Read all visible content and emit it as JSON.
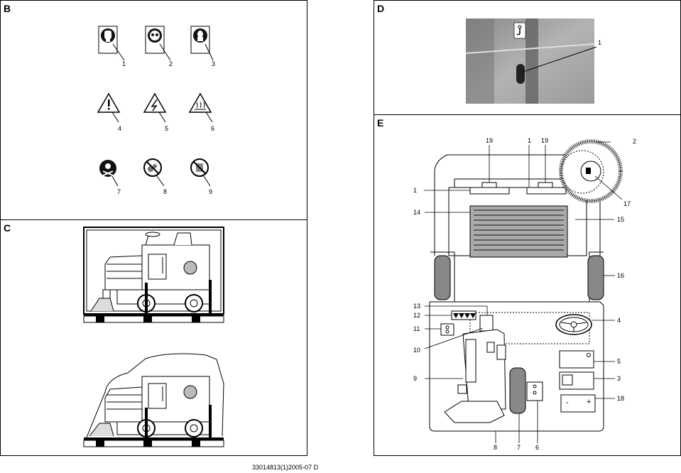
{
  "panels": {
    "b": "B",
    "c": "C",
    "d": "D",
    "e": "E"
  },
  "symbols_b": {
    "n1": "1",
    "n2": "2",
    "n3": "3",
    "n4": "4",
    "n5": "5",
    "n6": "6",
    "n7": "7",
    "n8": "8",
    "n9": "9"
  },
  "callouts_d": {
    "n1": "1"
  },
  "callouts_e": {
    "n19a": "19",
    "n1top": "1",
    "n19b": "19",
    "n2": "2",
    "n1left": "1",
    "n17": "17",
    "n14": "14",
    "n15": "15",
    "n16": "16",
    "n13": "13",
    "n12": "12",
    "n11": "11",
    "n4": "4",
    "n10": "10",
    "n5": "5",
    "n9": "9",
    "n3": "3",
    "n18": "18",
    "n8": "8",
    "n7": "7",
    "n6": "6"
  },
  "battery": {
    "minus": "-",
    "plus": "+"
  },
  "footer": "33014813(1)2005-07 D",
  "icons": [
    "hand-protection-icon",
    "eye-protection-icon",
    "respirator-icon",
    "warning-icon",
    "electric-hazard-icon",
    "hot-surface-icon",
    "toxic-icon",
    "no-fire-icon",
    "no-open-flame-icon",
    "hook-lift-icon",
    "sweeper-machine-icon"
  ]
}
